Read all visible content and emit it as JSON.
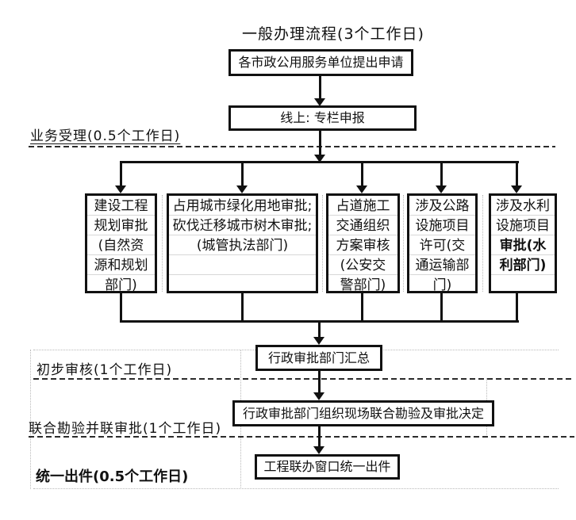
{
  "title": "一般办理流程(3个工作日)",
  "nodes": {
    "apply": "各市政公用服务单位提出申请",
    "online": "线上: 专栏申报",
    "summary": "行政审批部门汇总",
    "joint_review": "行政审批部门组织现场联合勘验及审批决定",
    "issue": "工程联办窗口统一出件"
  },
  "parallel": [
    {
      "text": "建设工程\n规划审批\n(自然资\n源和规划\n部门)"
    },
    {
      "text": "占用城市绿化用地审批;\n砍伐迁移城市树木审批;\n(城管执法部门)"
    },
    {
      "text": "占道施工\n交通组织\n方案审核\n(公安交\n警部门)"
    },
    {
      "text": "涉及公路\n设施项目\n许可(交\n通运输部\n门)"
    },
    {
      "normal_text": "涉及水利\n设施项目",
      "bold_text": "审批(水\n利部门)"
    }
  ],
  "stages": [
    {
      "label": "业务受理(0.5个工作日)"
    },
    {
      "label": "初步审核(1个工作日)"
    },
    {
      "label": "联合勘验并联审批(1个工作日)"
    },
    {
      "label": "统一出件(0.5个工作日)"
    }
  ],
  "colors": {
    "line": "#1a1a1a",
    "background": "#ffffff"
  }
}
